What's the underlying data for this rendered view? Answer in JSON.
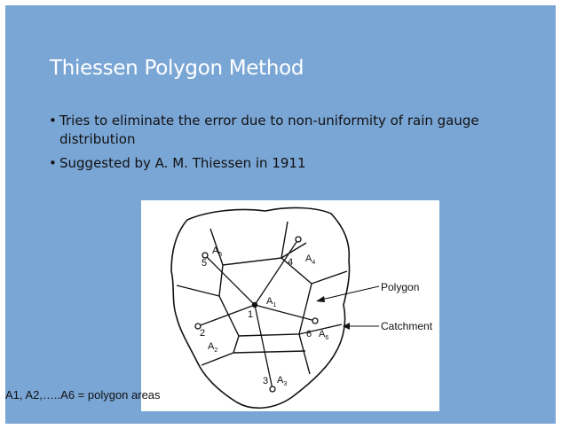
{
  "slide": {
    "title": "Thiessen Polygon Method",
    "bullets": [
      "Tries to eliminate the error due to non-uniformity of rain gauge distribution",
      "Suggested by A. M. Thiessen in 1911"
    ],
    "bullet_marker": "•",
    "caption": "A1, A2,…..A6 = polygon areas"
  },
  "figure": {
    "labels": {
      "polygon": "Polygon",
      "catchment": "Catchment"
    },
    "gauges": [
      {
        "number": "1",
        "area_letter": "A",
        "area_sub": "1"
      },
      {
        "number": "2",
        "area_letter": "A",
        "area_sub": "2"
      },
      {
        "number": "3",
        "area_letter": "A",
        "area_sub": "3"
      },
      {
        "number": "4",
        "area_letter": "A",
        "area_sub": "4"
      },
      {
        "number": "5",
        "area_letter": "A",
        "area_sub": "5"
      },
      {
        "number": "6",
        "area_letter": "A",
        "area_sub": "6"
      }
    ]
  },
  "colors": {
    "slide_background": "#7aa6d6",
    "title_text": "#ffffff",
    "body_text": "#111111",
    "figure_background": "#ffffff"
  }
}
